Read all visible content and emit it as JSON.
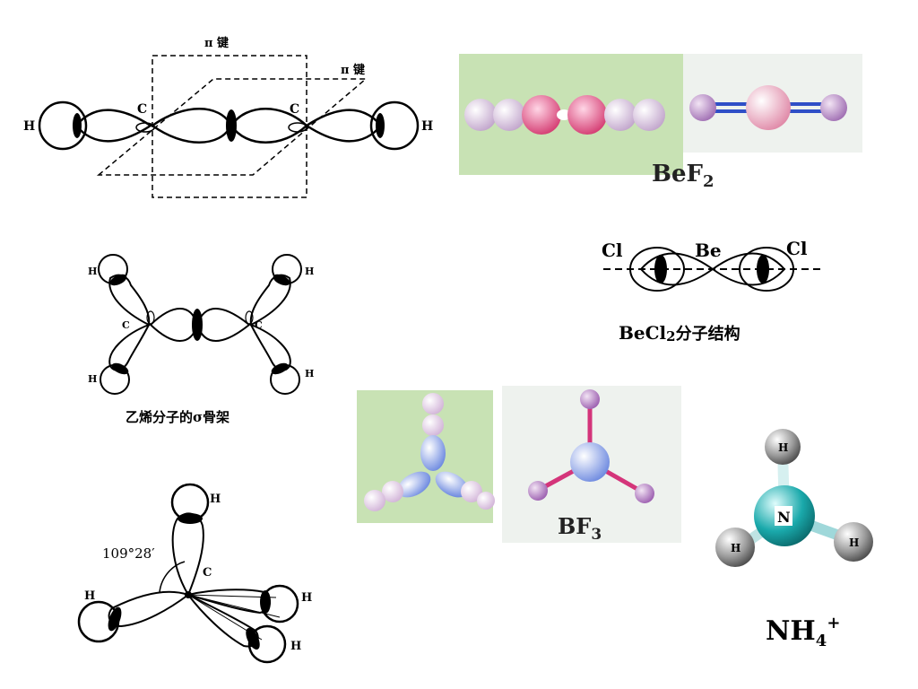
{
  "ethylene_pi": {
    "pi_bond_label_top": "π 键",
    "pi_bond_label_right": "π 键",
    "atom_c_left": "C",
    "atom_c_right": "C",
    "atom_h_left": "H",
    "atom_h_right": "H"
  },
  "bef2": {
    "caption_main": "BeF",
    "caption_sub": "2"
  },
  "ethylene_sigma": {
    "atom_c_left": "C",
    "atom_c_right": "C",
    "atom_h_tl": "H",
    "atom_h_bl": "H",
    "atom_h_tr": "H",
    "atom_h_br": "H",
    "caption": "乙烯分子的σ骨架"
  },
  "becl2": {
    "atom_cl_left": "Cl",
    "atom_be": "Be",
    "atom_cl_right": "Cl",
    "caption_main": "BeCl",
    "caption_sub": "2",
    "caption_tail": "分子结构"
  },
  "bf3": {
    "caption_main": "BF",
    "caption_sub": "3"
  },
  "methane": {
    "angle_label": "109°28′",
    "atom_c": "C",
    "atom_h_top": "H",
    "atom_h_left": "H",
    "atom_h_right1": "H",
    "atom_h_right2": "H"
  },
  "ammonium": {
    "atom_n": "N",
    "atom_h_top": "H",
    "atom_h_left": "H",
    "atom_h_right": "H",
    "formula_main": "NH",
    "formula_sub": "4",
    "formula_sup": "+"
  }
}
